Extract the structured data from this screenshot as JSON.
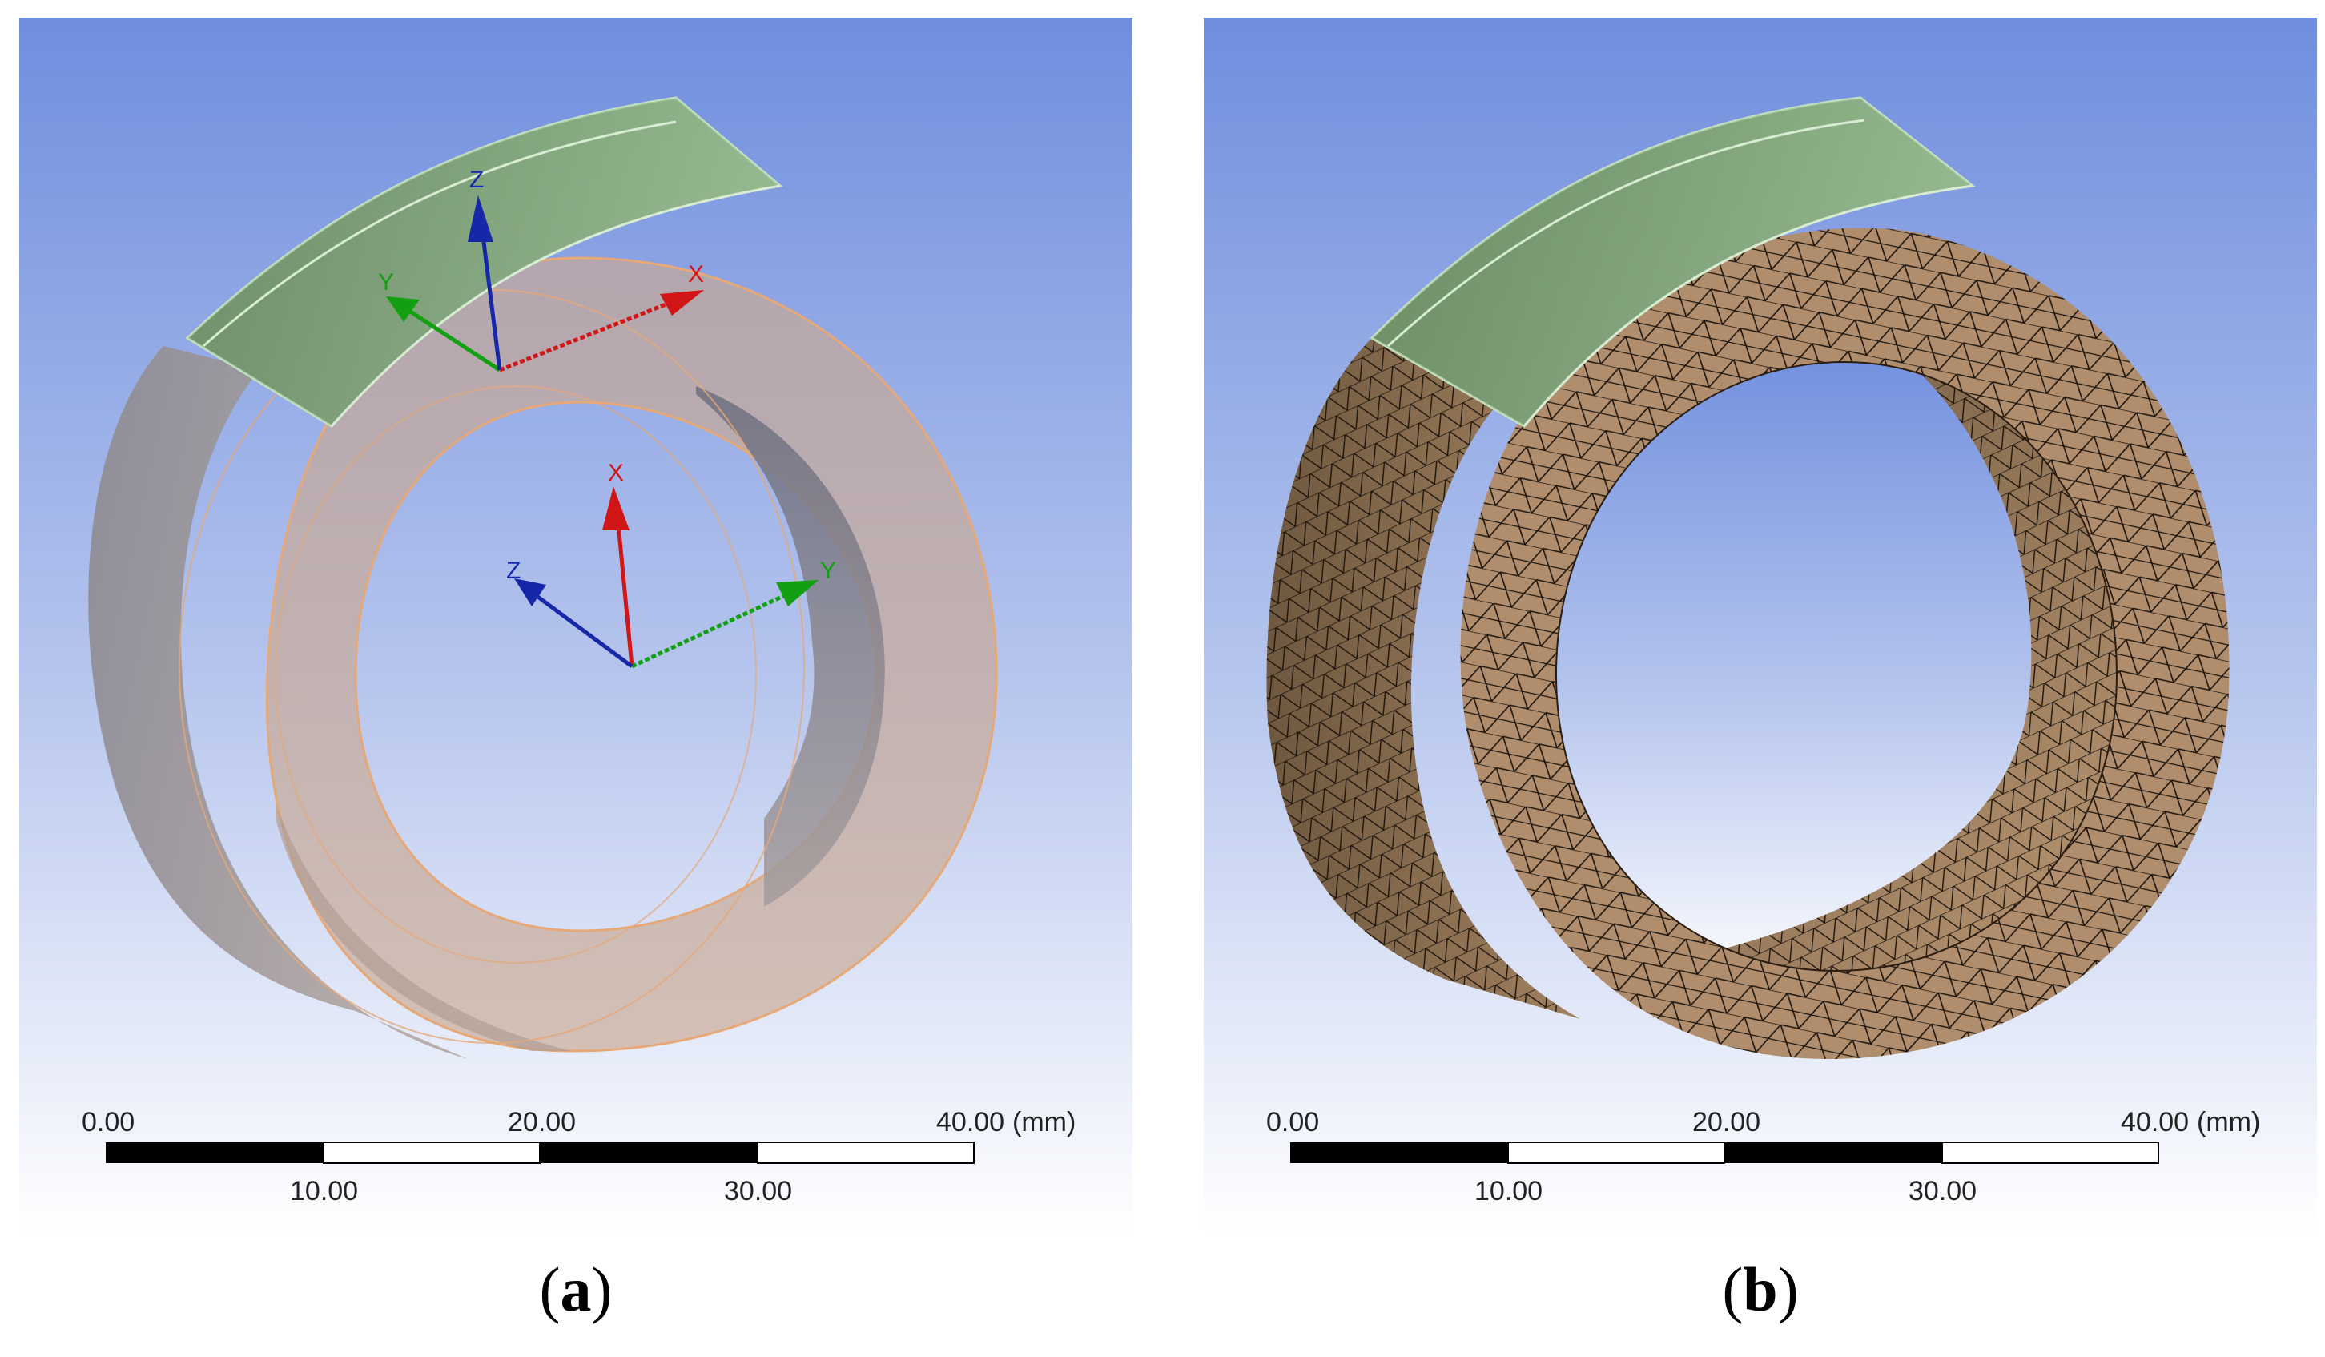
{
  "panels": [
    {
      "id": "a",
      "caption_open": "(",
      "caption_letter": "a",
      "caption_close": ")",
      "view_style": "geometry",
      "axes": {
        "global": {
          "x": "X",
          "y": "Y",
          "z": "Z"
        },
        "local": {
          "x": "X",
          "y": "Y",
          "z": "Z"
        }
      },
      "scale_bar": {
        "top_labels": [
          "0.00",
          "20.00",
          "40.00"
        ],
        "unit": "(mm)",
        "bottom_labels": [
          "10.00",
          "30.00"
        ]
      }
    },
    {
      "id": "b",
      "caption_open": "(",
      "caption_letter": "b",
      "caption_close": ")",
      "view_style": "mesh",
      "scale_bar": {
        "top_labels": [
          "0.00",
          "20.00",
          "40.00"
        ],
        "unit": "(mm)",
        "bottom_labels": [
          "10.00",
          "30.00"
        ]
      }
    }
  ],
  "colors": {
    "bg_top": "#6f8ede",
    "bg_bottom": "#ffffff",
    "ring_translucent": "#c9a891",
    "ring_side": "#8f8c93",
    "mesh_face": "#b08d6c",
    "mesh_face_dark": "#7d644b",
    "block_top": "#9cc295",
    "block_dark": "#4f6b4d",
    "axis_x": "#d01616",
    "axis_y": "#12a012",
    "axis_z": "#1628a8"
  }
}
